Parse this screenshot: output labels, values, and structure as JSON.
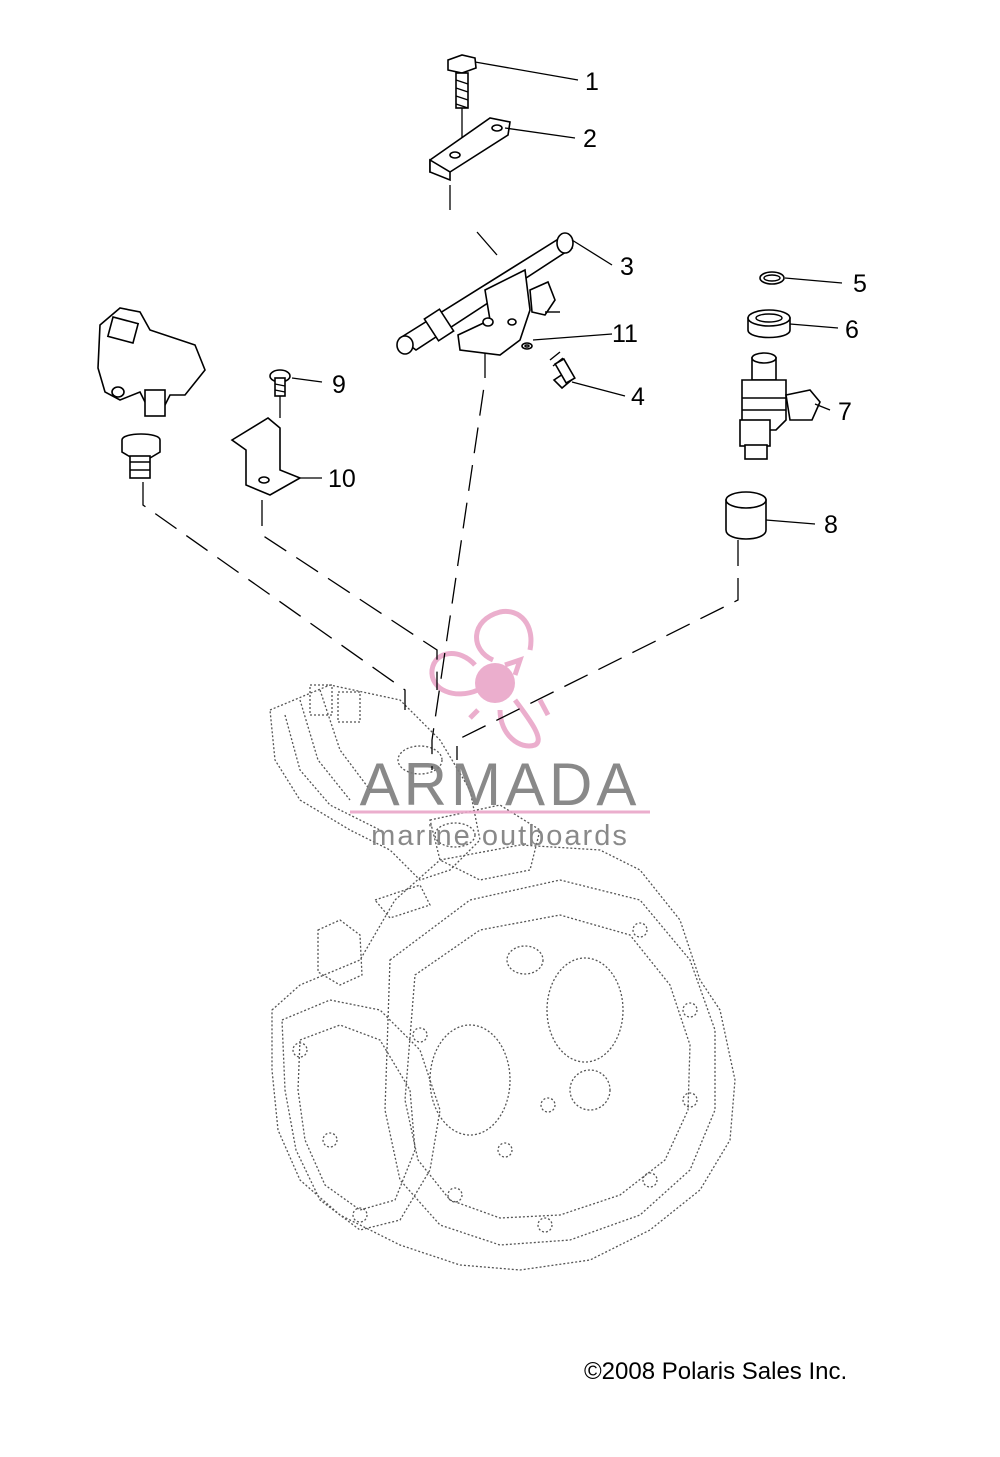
{
  "callouts": [
    {
      "id": "1",
      "label": "1"
    },
    {
      "id": "2",
      "label": "2"
    },
    {
      "id": "3",
      "label": "3"
    },
    {
      "id": "4",
      "label": "4"
    },
    {
      "id": "5",
      "label": "5"
    },
    {
      "id": "6",
      "label": "6"
    },
    {
      "id": "7",
      "label": "7"
    },
    {
      "id": "8",
      "label": "8"
    },
    {
      "id": "9",
      "label": "9"
    },
    {
      "id": "10",
      "label": "10"
    },
    {
      "id": "11",
      "label": "11"
    }
  ],
  "watermark": {
    "brand": "ARMADA",
    "tagline": "marine outboards",
    "color": "#e9a6c8",
    "text_color": "#7d7d7d"
  },
  "copyright": "©2008 Polaris Sales Inc."
}
